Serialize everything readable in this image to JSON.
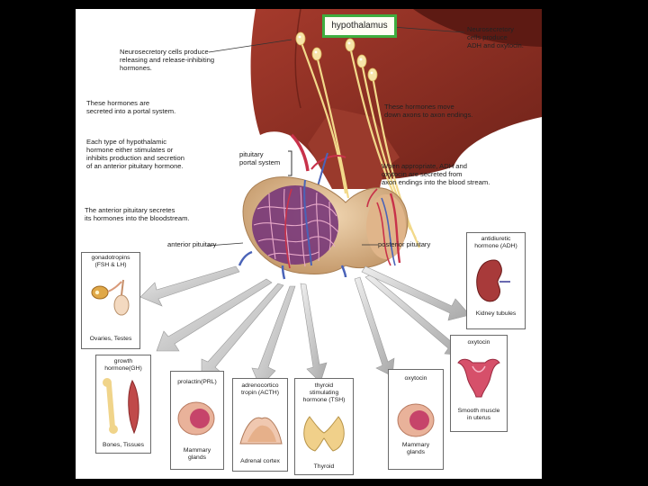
{
  "labels": {
    "hypothalamus": "hypothalamus",
    "neurosecretory_release": "Neurosecretory cells produce\nreleasing and release-inhibiting\nhormones.",
    "neurosecretory_adh": "Neurosecretory\ncells produce\nADH and oxytocin.",
    "portal_system": "These hormones are\nsecreted into a portal system.",
    "axon_endings": "These hormones move\ndown axons to axon endings.",
    "each_type": "Each type of hypothalamic\nhormone either stimulates or\ninhibits production and secretion\nof an anterior pituitary hormone.",
    "pituitary_portal": "pituitary\nportal system",
    "when_appropriate": "When appropriate, ADH and\noxytocin are secreted from\naxon endings into the blood stream.",
    "anterior_secretes": "The anterior pituitary secretes\nits hormones into the bloodstream.",
    "anterior_pituitary": "anterior pituitary",
    "posterior_pituitary": "posterior pituitary"
  },
  "targets": [
    {
      "hormone": "gonadotropins\n(FSH & LH)",
      "target": "Ovaries, Testes"
    },
    {
      "hormone": "growth\nhormone(GH)",
      "target": "Bones, Tissues"
    },
    {
      "hormone": "prolactin(PRL)",
      "target": "Mammary\nglands"
    },
    {
      "hormone": "adrenocortico\ntropin (ACTH)",
      "target": "Adrenal cortex"
    },
    {
      "hormone": "thyroid\nstimulating\nhormone (TSH)",
      "target": "Thyroid"
    },
    {
      "hormone": "oxytocin",
      "target": "Mammary\nglands"
    },
    {
      "hormone": "oxytocin",
      "target": "Smooth muscle\nin uterus"
    },
    {
      "hormone": "antidiuretic\nhormone (ADH)",
      "target": "Kidney tubules"
    }
  ],
  "colors": {
    "brain": "#8a2f24",
    "gland": "#d6b08a",
    "vessel_red": "#c8324a",
    "vessel_blue": "#4a63b8",
    "nerve": "#f2d98a",
    "arrow": "#c8c8c8",
    "highlight": "#3fae3f"
  }
}
